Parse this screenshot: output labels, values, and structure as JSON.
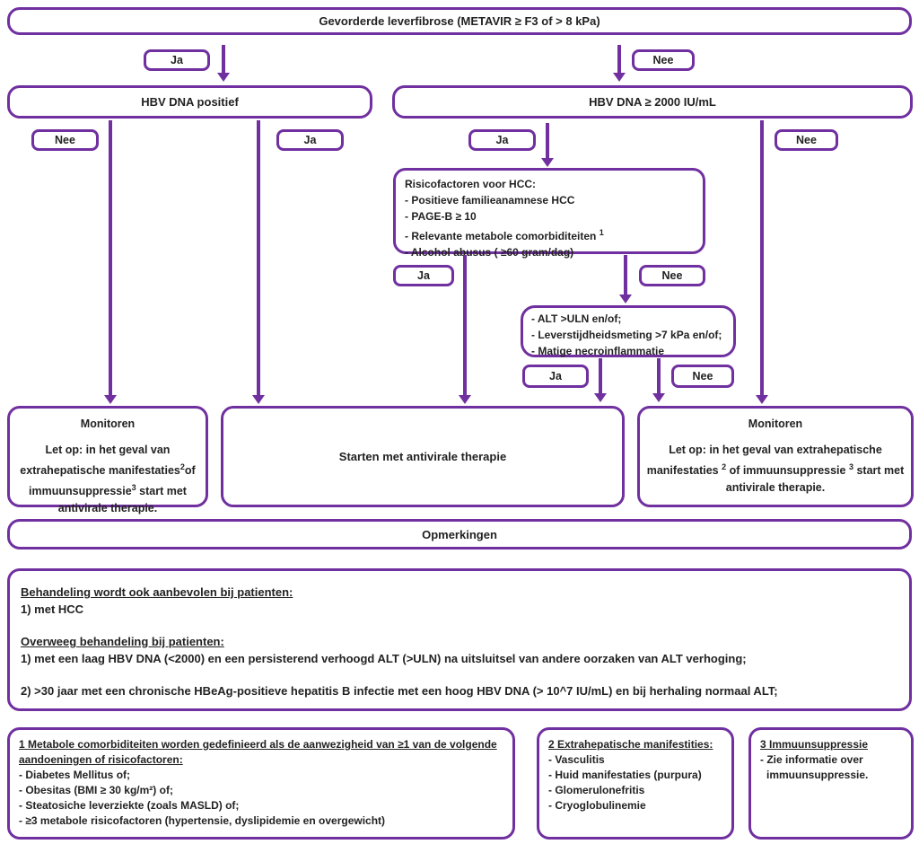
{
  "colors": {
    "accent": "#7030A0",
    "text": "#222222",
    "background": "#ffffff"
  },
  "labels": {
    "ja": "Ja",
    "nee": "Nee"
  },
  "nodes": {
    "root": {
      "text": "Gevorderde leverfibrose (METAVIR ≥ F3 of > 8 kPa)"
    },
    "hbv_positief": {
      "text": "HBV DNA positief"
    },
    "hbv_2000": {
      "text": "HBV DNA ≥ 2000 IU/mL"
    },
    "risicofactoren": {
      "title": "Risicofactoren voor HCC:",
      "item1": "- Positieve familieanamnese HCC",
      "item2": "- PAGE-B ≥ 10",
      "item3": "- Relevante metabole comorbiditeiten ",
      "item3_sup": "1",
      "item4": "- Alcohol abusus ( ≥60 gram/dag)"
    },
    "alt_criteria": {
      "item1": "- ALT >ULN en/of;",
      "item2": "- Leverstijdheidsmeting >7 kPa en/of;",
      "item3": "- Matige necroinflammatie"
    },
    "monitoren_links": {
      "title": "Monitoren",
      "p1": "Let op: in het geval van extrahepatische manifestaties",
      "sup1": "2",
      "p2": "of immuunsuppressie",
      "sup2": "3",
      "p3": " start met antivirale therapie."
    },
    "starten": {
      "text": "Starten met antivirale therapie"
    },
    "monitoren_rechts": {
      "title": "Monitoren",
      "p1": "Let op: in het geval van extrahepatische manifestaties ",
      "sup1": "2",
      "p2": " of immuunsuppressie ",
      "sup2": "3",
      "p3": " start met antivirale therapie."
    }
  },
  "opmerkingen": {
    "title": "Opmerkingen",
    "heading1": "Behandeling wordt ook aanbevolen bij patienten:",
    "line1": "1) met HCC",
    "heading2": "Overweeg behandeling bij patienten:",
    "line2": "1) met een laag HBV DNA (<2000) en een persisterend verhoogd ALT (>ULN) na uitsluitsel van andere oorzaken van ALT verhoging;",
    "line3": "2) >30 jaar met een chronische HBeAg-positieve hepatitis B infectie met een hoog HBV DNA (> 10^7 IU/mL) en bij herhaling normaal ALT;"
  },
  "footnotes": {
    "metabole": {
      "heading": "1 Metabole comorbiditeiten worden gedefinieerd als de aanwezigheid van ≥1 van de volgende aandoeningen of risicofactoren:",
      "items": [
        "- Diabetes Mellitus of;",
        "- Obesitas (BMI ≥ 30 kg/m²) of;",
        "- Steatosiche leverziekte (zoals MASLD) of;",
        "- ≥3 metabole risicofactoren (hypertensie, dyslipidemie en overgewicht)"
      ]
    },
    "extrahepatisch": {
      "heading": "2 Extrahepatische manifestities:",
      "items": [
        "- Vasculitis",
        "- Huid manifestaties (purpura)",
        "- Glomerulonefritis",
        "- Cryoglobulinemie"
      ]
    },
    "immuunsuppressie": {
      "heading": "3 Immuunsuppressie",
      "line1": "- Zie informatie over",
      "line2": "immuunsuppressie."
    }
  }
}
